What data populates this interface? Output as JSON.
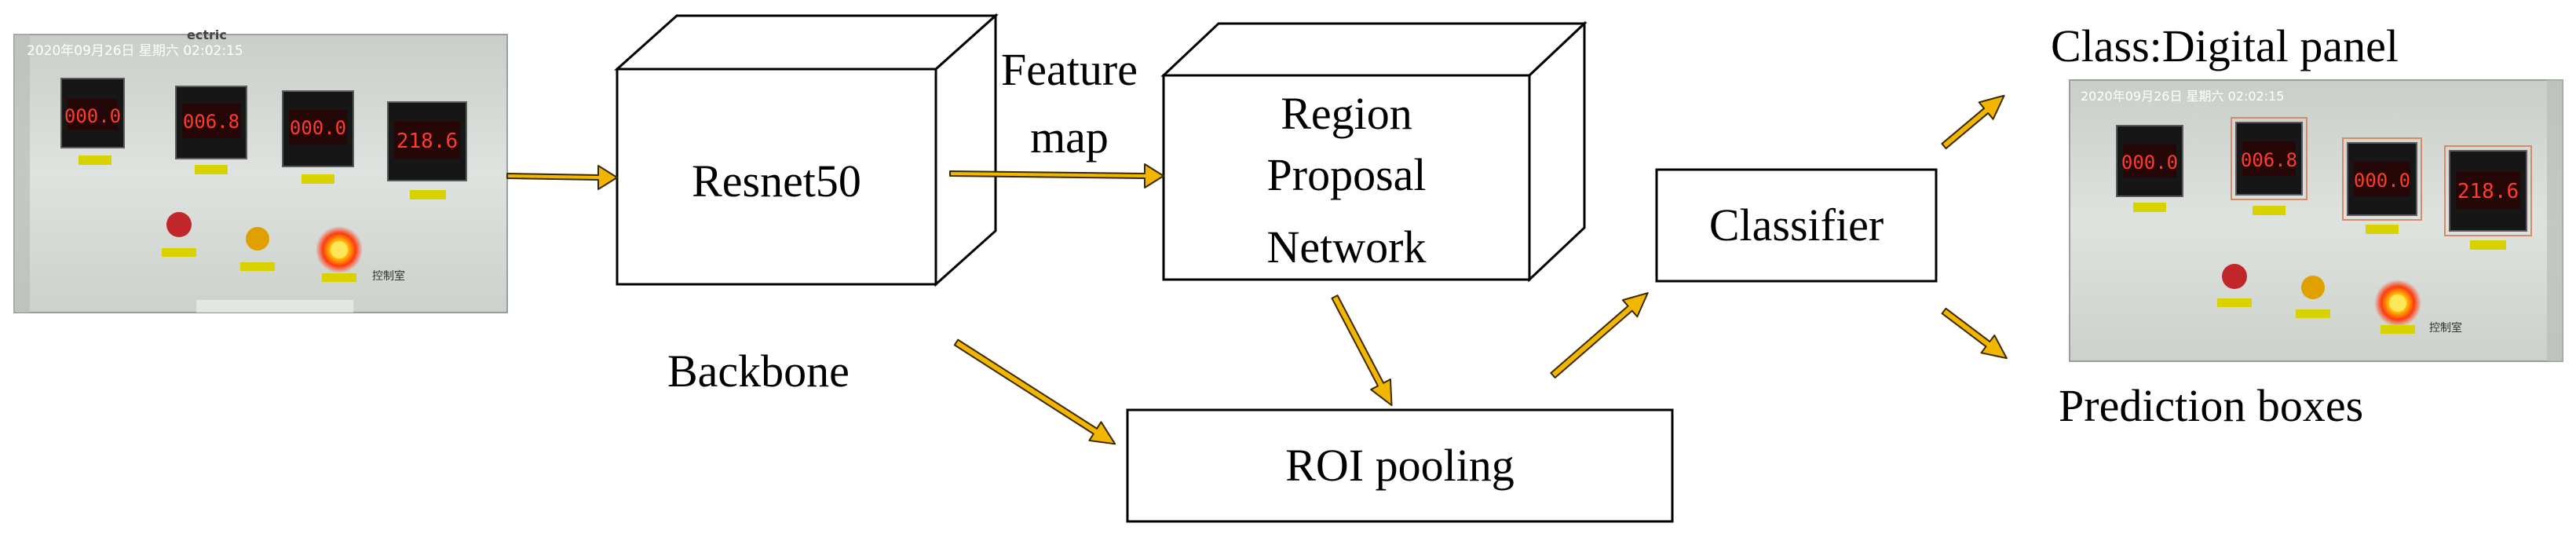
{
  "nodes": {
    "backbone_block": {
      "label": "Resnet50"
    },
    "rpn_block": {
      "lines": [
        "Region",
        "Proposal",
        "Network"
      ]
    },
    "classifier_block": {
      "label": "Classifier"
    },
    "roi_block": {
      "label": "ROI pooling"
    }
  },
  "annotations": {
    "backbone": "Backbone",
    "feature_map": [
      "Feature",
      "map"
    ],
    "class_output": "Class:Digital panel",
    "boxes_output": "Prediction boxes"
  },
  "photo": {
    "timestamp": "2020年09月26日  星期六  02:02:15",
    "brand": "ectric",
    "room_label": "控制室",
    "meters": [
      "000.0",
      "006.8",
      "000.0",
      "218.6"
    ]
  },
  "colors": {
    "arrow": "#F2B600",
    "arrow_edge": "#3a2a00",
    "box_stroke": "#000000",
    "panel_bg": "#d9ddd8",
    "led_red": "#ff2a1a",
    "indicator_red": "#c0262a",
    "indicator_yellow": "#e0a000"
  }
}
